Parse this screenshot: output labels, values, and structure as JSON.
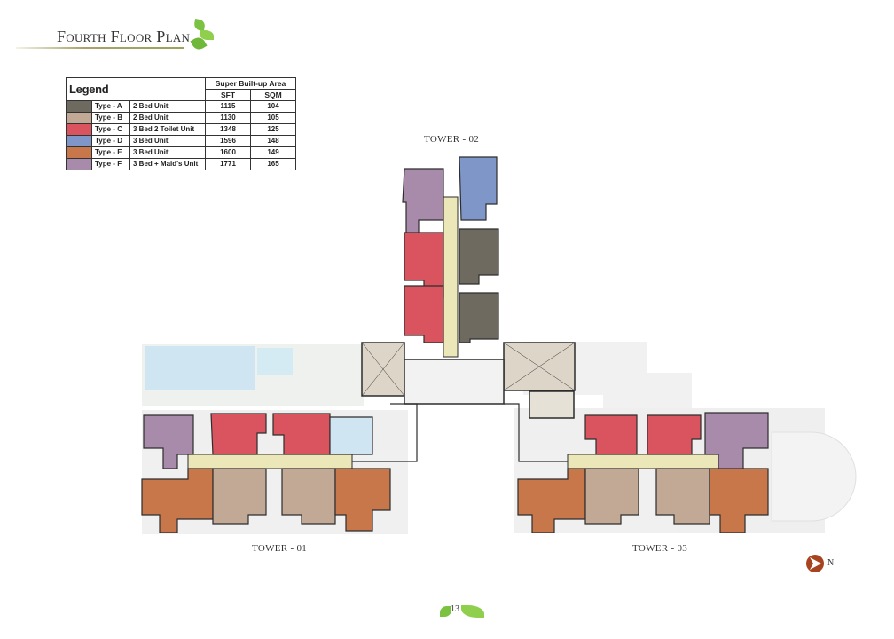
{
  "header": {
    "title": "Fourth Floor Plan"
  },
  "legend": {
    "title": "Legend",
    "area_header": "Super Built-up Area",
    "columns": [
      "SFT",
      "SQM"
    ],
    "rows": [
      {
        "type": "Type - A",
        "desc": "2 Bed Unit",
        "sft": "1115",
        "sqm": "104",
        "color": "#6e6a60"
      },
      {
        "type": "Type - B",
        "desc": "2 Bed Unit",
        "sft": "1130",
        "sqm": "105",
        "color": "#c2a995"
      },
      {
        "type": "Type - C",
        "desc": "3 Bed 2 Toilet Unit",
        "sft": "1348",
        "sqm": "125",
        "color": "#d9545e"
      },
      {
        "type": "Type - D",
        "desc": "3 Bed Unit",
        "sft": "1596",
        "sqm": "148",
        "color": "#7f97c8"
      },
      {
        "type": "Type - E",
        "desc": "3 Bed Unit",
        "sft": "1600",
        "sqm": "149",
        "color": "#c8774a"
      },
      {
        "type": "Type - F",
        "desc": "3 Bed + Maid's Unit",
        "sft": "1771",
        "sqm": "165",
        "color": "#a88aaa"
      }
    ]
  },
  "plan": {
    "towers": [
      {
        "label": "TOWER - 02"
      },
      {
        "label": "TOWER - 01"
      },
      {
        "label": "TOWER - 03"
      }
    ],
    "colors": {
      "corridor": "#ece7b8",
      "amenity": "#ddd6c8",
      "pool": "#cfe6f2",
      "ground": "#efefef",
      "wall": "#2d2d2d"
    }
  },
  "compass": {
    "label": "N",
    "color": "#a8431f"
  },
  "footer": {
    "page_number": "13"
  }
}
